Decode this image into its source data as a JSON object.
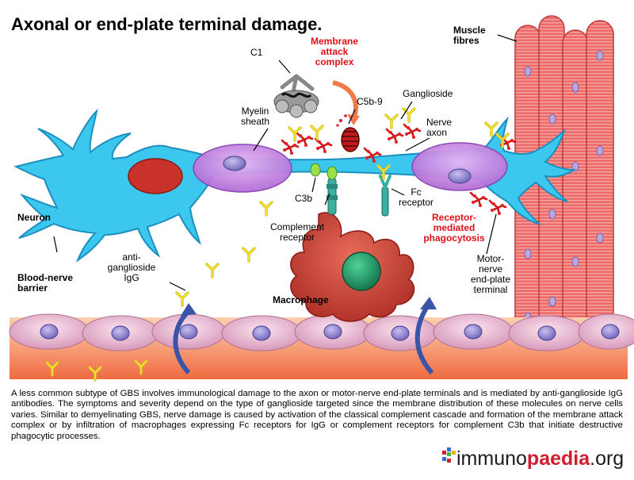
{
  "title": "Axonal or end-plate terminal damage.",
  "labels": {
    "muscle_fibres": "Muscle\nfibres",
    "c1": "C1",
    "membrane_attack_complex": "Membrane\nattack\ncomplex",
    "c5b9": "C5b-9",
    "ganglioside": "Ganglioside",
    "myelin_sheath": "Myelin\nsheath",
    "nerve_axon": "Nerve\naxon",
    "neuron": "Neuron",
    "c3b": "C3b",
    "fc_receptor": "Fc\nreceptor",
    "complement_receptor": "Complement\nreceptor",
    "receptor_mediated_phagocytosis": "Receptor-\nmediated\nphagocytosis",
    "blood_nerve_barrier": "Blood-nerve\nbarrier",
    "anti_ganglioside_igg": "anti-\nganglioside\nIgG",
    "macrophage": "Macrophage",
    "motor_nerve_end_plate_terminal": "Motor-\nnerve\nend-plate\nterminal"
  },
  "caption": "A less common subtype of GBS involves immunological damage to the axon or motor-nerve end-plate terminals and is mediated by anti-ganglioside IgG antibodies. The symptoms and severity depend on the type of ganglioside targeted since the membrane distribution of these molecules on nerve cells varies. Similar to demyelinating GBS, nerve damage is caused by activation of the classical complement cascade and formation of the membrane attack complex or by infiltration of macrophages expressing Fc receptors for IgG or complement receptors for complement C3b that initiate destructive phagocytic processes.",
  "brand": {
    "part1": "immuno",
    "part2": "paedia",
    "part3": ".org"
  },
  "colors": {
    "neuron": "#3cc8ee",
    "neuron_outline": "#1a8fc0",
    "myelin": "#c27de0",
    "nucleus": "#c9322a",
    "muscle": "#e8585a",
    "macrophage": "#c0392b",
    "macrophage_nucleus": "#1f8a5a",
    "antibody": "#e6d21a",
    "complement": "#d81e1e",
    "endothelium": "#f2c4d8",
    "blood": "#f07a4a",
    "arrow": "#3a55a8",
    "brand_red": "#d01c2b"
  },
  "icons": [
    "antibody-y-icon",
    "c1-complex-icon",
    "mac-pore-icon",
    "fc-receptor-icon",
    "complement-receptor-icon",
    "brand-dots-icon"
  ]
}
